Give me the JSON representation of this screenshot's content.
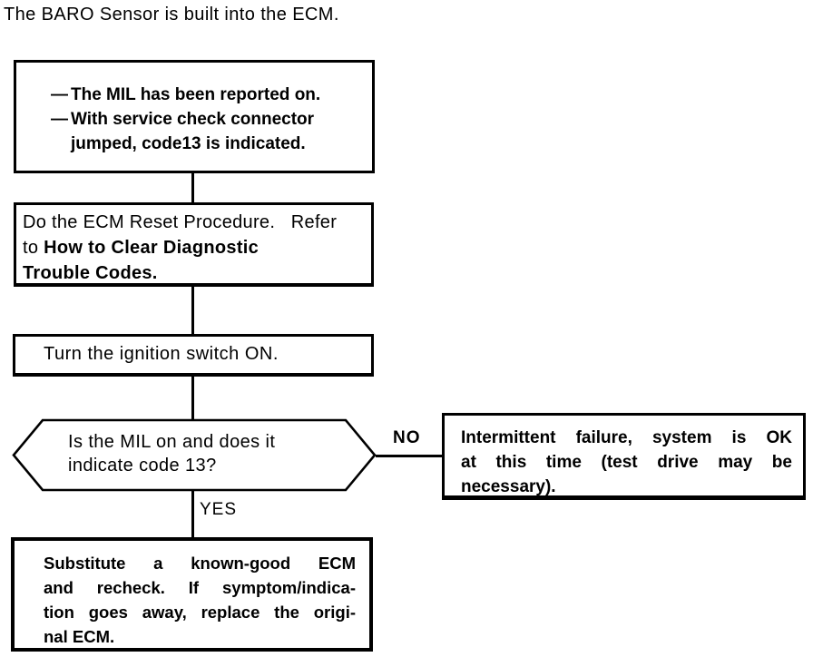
{
  "page": {
    "title": "The BARO Sensor is built into the ECM."
  },
  "flowchart": {
    "precondition_box": {
      "items": [
        {
          "dash": "—",
          "text": "The MIL has been reported on."
        },
        {
          "dash": "—",
          "text": "With service check connector\njumped, code13 is indicated."
        }
      ]
    },
    "reset_box": {
      "text_regular": "Do the ECM Reset Procedure.   Refer\nto ",
      "text_bold": "How to Clear Diagnostic\nTrouble Codes."
    },
    "ignition_box": {
      "text": "Turn the ignition switch ON."
    },
    "decision": {
      "text": "Is the MIL on and does it\nindicate code 13?",
      "no_label": "NO",
      "yes_label": "YES"
    },
    "no_box": {
      "lines": [
        "Intermittent failure, system is OK",
        "at this time (test drive may be",
        "necessary)."
      ]
    },
    "yes_box": {
      "lines": [
        "Substitute a known-good ECM",
        "and recheck. If symptom/indica-",
        "tion goes away, replace the origi-",
        "nal ECM."
      ]
    }
  },
  "colors": {
    "ink": "#000000",
    "background": "#ffffff"
  }
}
